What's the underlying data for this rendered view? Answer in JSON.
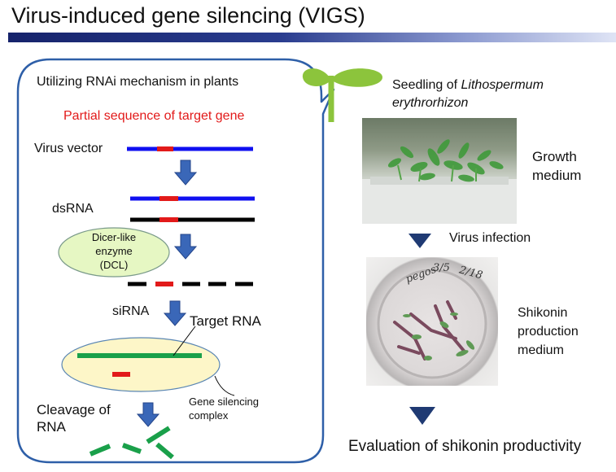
{
  "title": "Virus-induced gene silencing (VIGS)",
  "left_panel": {
    "heading": "Utilizing RNAi mechanism in plants",
    "partial_sequence": "Partial sequence of target gene",
    "virus_vector": "Virus vector",
    "dsrna": "dsRNA",
    "dicer_line1": "Dicer-like",
    "dicer_line2": "enzyme",
    "dicer_line3": "(DCL)",
    "sirna": "siRNA",
    "target_rna": "Target RNA",
    "complex_line1": "Gene silencing",
    "complex_line2": "complex",
    "cleavage_line1": "Cleavage of",
    "cleavage_line2": "RNA"
  },
  "right_panel": {
    "seedling_prefix": "Seedling of ",
    "seedling_species_1": "Lithospermum",
    "seedling_species_2": "erythrorhizon",
    "growth_line1": "Growth",
    "growth_line2": "medium",
    "virus_infection": "Virus infection",
    "shikonin_line1": "Shikonin",
    "shikonin_line2": "production",
    "shikonin_line3": "medium",
    "dish_labels": [
      "pegos",
      "3/5",
      "2/18"
    ],
    "evaluation": "Evaluation of shikonin productivity"
  },
  "colors": {
    "title_bar_dark": "#16236b",
    "virus_vector_blue": "#1010f0",
    "target_red": "#e21a1a",
    "rna_green": "#1aa04a",
    "arrow_blue": "#3a67b8",
    "dark_triangle": "#1f3a73",
    "seedling_green": "#8cc43c",
    "dicer_ellipse": "#e6f7c3",
    "complex_ellipse": "#fdf6c8",
    "callout_border": "#2e5fa8"
  }
}
